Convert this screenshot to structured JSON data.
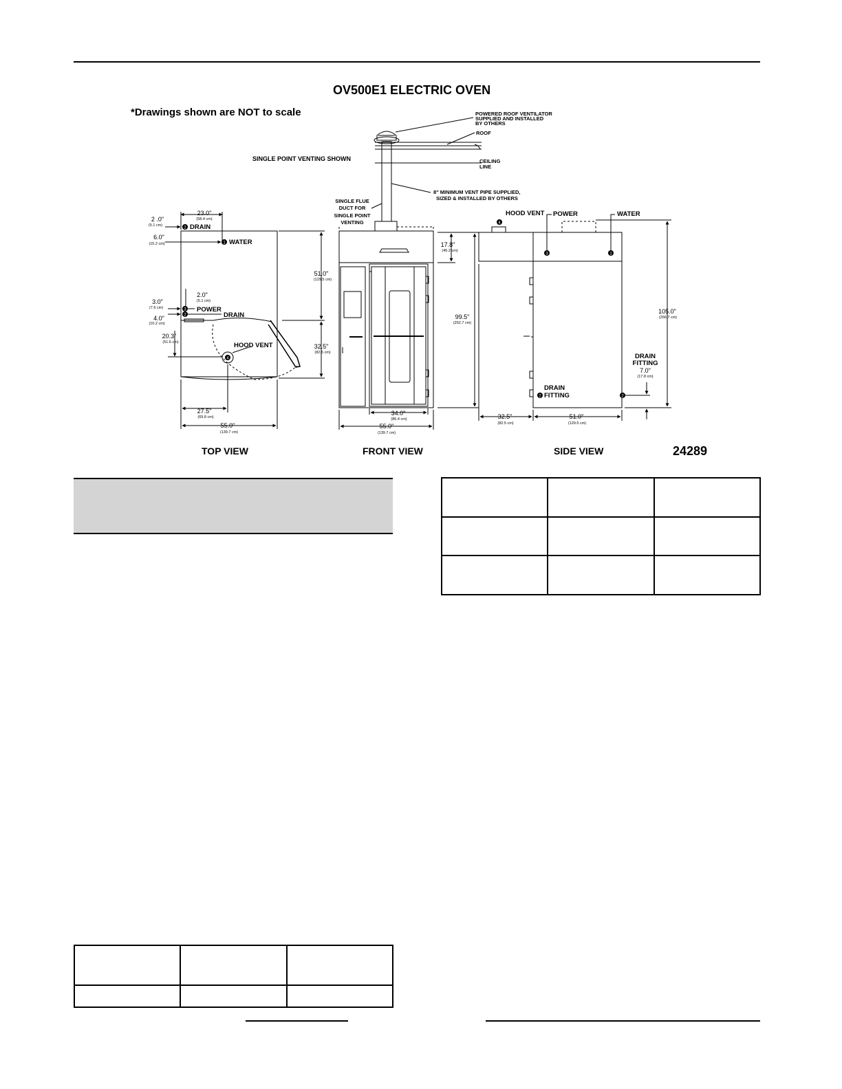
{
  "title": "OV500E1 ELECTRIC OVEN",
  "note": "*Drawings shown are NOT to scale",
  "drawing_number": "24289",
  "views": {
    "top": "TOP VIEW",
    "front": "FRONT VIEW",
    "side": "SIDE VIEW"
  },
  "callouts": {
    "roof_ventilator": [
      "POWERED ROOF VENTILATOR",
      "SUPPLIED AND INSTALLED",
      "BY OTHERS"
    ],
    "roof": "ROOF",
    "ceiling_line": [
      "CEILING",
      "LINE"
    ],
    "vent_pipe": [
      "8\" MINIMUM VENT PIPE SUPPLIED,",
      "SIZED & INSTALLED BY OTHERS"
    ],
    "single_point": "SINGLE POINT VENTING SHOWN",
    "single_flue": [
      "SINGLE FLUE",
      "DUCT FOR",
      "SINGLE POINT",
      "VENTING"
    ]
  },
  "top_view": {
    "drain_top": "DRAIN",
    "water": "WATER",
    "power": "POWER",
    "drain": "DRAIN",
    "hood_vent": "HOOD VENT",
    "dims": {
      "w_23": "23.0\"",
      "w_23_cm": "(58.4 cm)",
      "d_2_top": "2 .0\"",
      "d_2_top_cm": "(5.1 cm)",
      "d_6": "6.0\"",
      "d_6_cm": "(15.2 cm)",
      "d_2_mid": "2.0\"",
      "d_2_mid_cm": "(5.1 cm)",
      "d_3": "3.0\"",
      "d_3_cm": "(7.6 cm)",
      "d_4": "4.0\"",
      "d_4_cm": "(10.2 cm)",
      "d_20": "20.3\"",
      "d_20_cm": "(51.6 cm)",
      "d_51": "51.0\"",
      "d_51_cm": "(129.5 cm)",
      "d_32": "32.5\"",
      "d_32_cm": "(82.5 cm)",
      "w_27": "27.5\"",
      "w_27_cm": "(69.8 cm)",
      "w_55": "55.0\"",
      "w_55_cm": "(139.7 cm)"
    }
  },
  "front_view": {
    "dims": {
      "h_17": "17.8\"",
      "h_17_cm": "(45.2 cm)",
      "h_99": "99.5\"",
      "h_99_cm": "(252.7 cm)",
      "w_34": "34.0\"",
      "w_34_cm": "(86.4 cm)",
      "w_55": "55.0\"",
      "w_55_cm": "(139.7 cm)"
    }
  },
  "side_view": {
    "hood_vent": "HOOD VENT",
    "power": "POWER",
    "water": "WATER",
    "drain_fitting_right": [
      "DRAIN",
      "FITTING"
    ],
    "drain_fitting_left": [
      "DRAIN",
      "FITTING"
    ],
    "dims": {
      "h_105": "105.0\"",
      "h_105_cm": "(266.7 cm)",
      "h_7": "7.0\"",
      "h_7_cm": "(17.8 cm)",
      "w_32": "32.5\"",
      "w_32_cm": "(82.5 cm)",
      "w_51": "51.0\"",
      "w_51_cm": "(129.5 cm)"
    }
  },
  "markers": {
    "water": "1",
    "drain": "2",
    "power": "3",
    "hood": "4"
  }
}
